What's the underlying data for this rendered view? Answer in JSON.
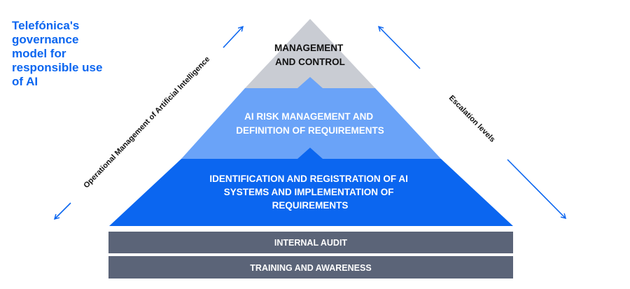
{
  "heading": {
    "lines": [
      "Telefónica's",
      "governance",
      "model for",
      "responsible use",
      "of AI"
    ]
  },
  "pyramid": {
    "tiers": [
      {
        "lines": [
          "MANAGEMENT",
          "AND CONTROL"
        ]
      },
      {
        "lines": [
          "AI RISK MANAGEMENT AND",
          "DEFINITION OF REQUIREMENTS"
        ]
      },
      {
        "lines": [
          "IDENTIFICATION AND REGISTRATION OF AI",
          "SYSTEMS AND IMPLEMENTATION OF",
          "REQUIREMENTS"
        ]
      }
    ]
  },
  "foundation": {
    "bars": [
      {
        "label": "INTERNAL AUDIT"
      },
      {
        "label": "TRAINING AND AWARENESS"
      }
    ]
  },
  "side_labels": {
    "left": "Operational Management of Artificial Intelligence",
    "right": "Escalation levels"
  },
  "colors": {
    "heading": "#0b66f0",
    "tier_top": "#c9ccd3",
    "tier_middle": "#6aa3f8",
    "tier_bottom": "#0b66f0",
    "foundation": "#5b6478",
    "arrow": "#0b66f0"
  }
}
